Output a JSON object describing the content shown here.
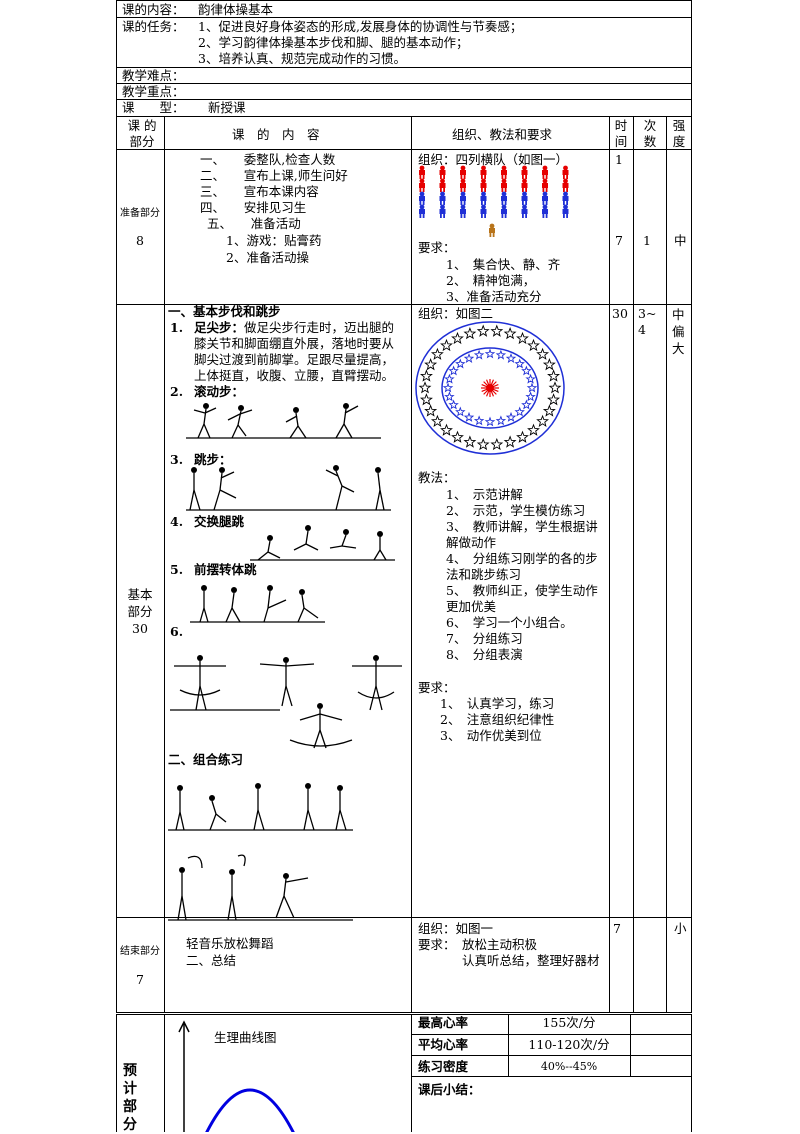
{
  "header": {
    "content_label": "课的内容：",
    "content_value": "韵律体操基本",
    "task_label": "课的任务：",
    "tasks": [
      "1、促进良好身体姿态的形成,发展身体的协调性与节奏感；",
      "2、学习韵律体操基本步伐和脚、腿的基本动作；",
      "3、培养认真、规范完成动作的习惯。"
    ],
    "difficulty_label": "教学难点：",
    "key_label": "教学重点：",
    "type_label": "课　　型：",
    "type_value": "新授课"
  },
  "columns": {
    "part": "课 的\n部分",
    "content": "课　的　内　容",
    "org": "组织、教法和要求",
    "time": "时\n间",
    "count": "次\n数",
    "intensity": "强\n度"
  },
  "prep": {
    "label": "准备部分",
    "minutes": "8",
    "items": [
      "一、　　委整队,检查人数",
      "二、　　宣布上课,师生问好",
      "三、　　宣布本课内容",
      "四、　　安排见习生",
      "五、　　准备活动"
    ],
    "sub_items": [
      "1、游戏：贴膏药",
      "2、准备活动操"
    ],
    "org_title": "组织：四列横队（如图一）",
    "req_label": "要求：",
    "requirements": [
      "1、　集合快、静、齐",
      "2、　精神饱满，",
      "3、准备活动充分"
    ],
    "time": "1",
    "time2": "7",
    "count": "1",
    "intensity": "中"
  },
  "basic": {
    "label": "基本\n部分\n30",
    "section1_title": "一、基本步伐和跳步",
    "step1_num": "1.",
    "step1_title": "足尖步：",
    "step1_text": "做足尖步行走时，迈出腿的膝关节和脚面绷直外展，落地时要从脚尖过渡到前脚掌。足跟尽量提高，上体挺直，收腹、立腰，直臂摆动。",
    "step2_num": "2.",
    "step2_title": "滚动步：",
    "step3_num": "3.",
    "step3_title": "跳步：",
    "step4_num": "4.",
    "step4_title": "交换腿跳",
    "step5_num": "5.",
    "step5_title": "前摆转体跳",
    "step6_num": "6.",
    "section2_title": "二、组合练习",
    "org_title": "组织：如图二",
    "method_label": "教法：",
    "methods": [
      "1、　示范讲解",
      "2、　示范，学生模仿练习",
      "3、　教师讲解，学生根据讲解做动作",
      "4、　分组练习刚学的各的步法和跳步练习",
      "5、　教师纠正，使学生动作更加优美",
      "6、　学习一个小组合。",
      "7、　分组练习",
      "8、　分组表演"
    ],
    "req_label": "要求：",
    "requirements": [
      "1、　认真学习，练习",
      "2、　注意组织纪律性",
      "3、　动作优美到位"
    ],
    "time": "30",
    "count": "3~\n4",
    "intensity": "中\n偏\n大"
  },
  "ending": {
    "label": "结束部分",
    "minutes": "7",
    "items": [
      "轻音乐放松舞蹈",
      "二、总结"
    ],
    "org": "组织：如图一",
    "req_label": "要求：",
    "req1": "放松主动积极",
    "req2": "认真听总结，整理好器材",
    "time": "7",
    "intensity": "小"
  },
  "forecast": {
    "label": "预\n计\n部\n分",
    "curve_title": "生理曲线图",
    "max_hr_label": "最高心率",
    "max_hr": "155次/分",
    "avg_hr_label": "平均心率",
    "avg_hr": "110-120次/分",
    "density_label": "练习密度",
    "density": "40%--45%",
    "summary_label": "课后小结："
  },
  "colors": {
    "red_figure": "#e60000",
    "blue_figure": "#1f2fd6",
    "teacher_figure": "#b8741a",
    "circle": "#1f2fd6",
    "sun": "#e60000",
    "curve": "#0000e0"
  }
}
